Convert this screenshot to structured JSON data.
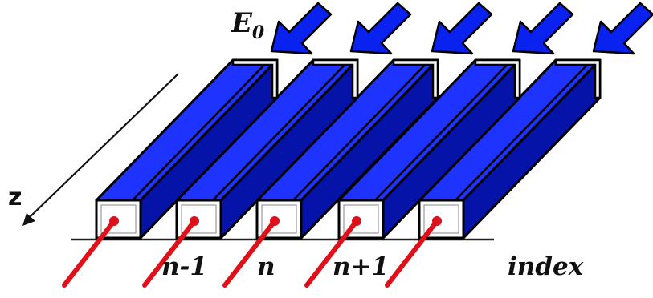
{
  "field_label": "E",
  "field_subscript": "0",
  "axis_label": "z",
  "index_labels": [
    "n-1",
    "n",
    "n+1"
  ],
  "index_title": "index",
  "colors": {
    "waveguide_face": "#0a1cff",
    "waveguide_side": "#0613a8",
    "waveguide_top": "#1f33ff",
    "arrow_fill": "#0a22f0",
    "input_beam": "#e0101a",
    "end_face": "#ffffff",
    "outline": "#000000"
  }
}
